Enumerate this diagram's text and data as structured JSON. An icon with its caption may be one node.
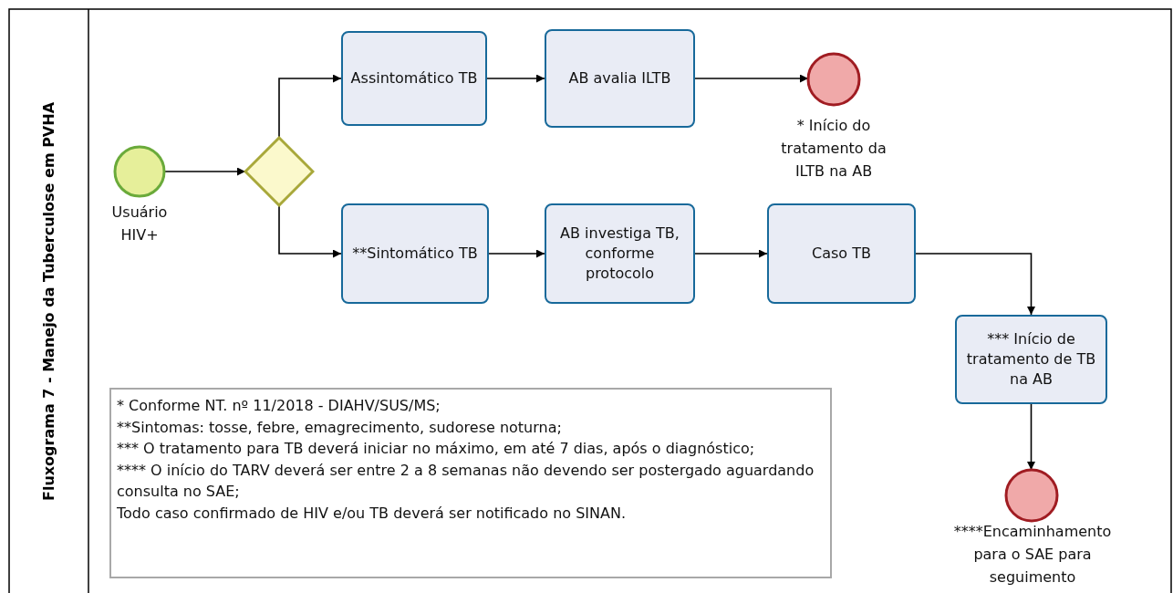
{
  "diagram": {
    "title": "Fluxograma 7 - Manejo da Tuberculose em PVHA",
    "nodes": [
      {
        "text": [
          "Usuário HIV+"
        ]
      },
      {
        "text": [],
        "shape": "diamond"
      },
      {
        "text": [
          "Assintomático TB"
        ]
      },
      {
        "text": [
          "AB avalia ILTB"
        ]
      },
      {
        "text": [
          "* Início do tratamento da ILTB na AB"
        ]
      },
      {
        "text": [
          "**Sintomático TB"
        ]
      },
      {
        "text": [
          "AB investiga TB, conforme protocolo"
        ]
      },
      {
        "text": [
          "Caso TB"
        ]
      },
      {
        "text": [
          "*** Início de tratamento de TB na AB"
        ]
      },
      {
        "text": [
          "****Encaminhamento para o SAE para seguimento"
        ]
      },
      {
        "text": [
          "* Conforme NT. nº 11/2018 - DIAHV/SUS/MS;",
          "**Sintomas:  tosse, febre, emagrecimento, sudorese noturna;",
          "*** O tratamento para TB deverá iniciar no máximo,  em até 7 dias, após o diagnóstico;",
          "**** O início do TARV deverá ser entre 2 a 8 semanas não devendo ser postergado aguardando consulta no SAE;",
          "Todo caso confirmado de HIV e/ou TB deverá ser notificado no SINAN."
        ]
      }
    ],
    "edges": [
      {
        "from": 0,
        "to": 1,
        "arrow": "to"
      },
      {
        "from": 1,
        "to": 2,
        "arrow": "to"
      },
      {
        "from": 1,
        "to": 5,
        "arrow": "to"
      },
      {
        "from": 2,
        "to": 3,
        "arrow": "to"
      },
      {
        "from": 3,
        "to": 4,
        "arrow": "to"
      },
      {
        "from": 5,
        "to": 6,
        "arrow": "to"
      },
      {
        "from": 6,
        "to": 7,
        "arrow": "to"
      },
      {
        "from": 7,
        "to": 8,
        "arrow": "to"
      },
      {
        "from": 8,
        "to": 9,
        "arrow": "to"
      }
    ]
  }
}
